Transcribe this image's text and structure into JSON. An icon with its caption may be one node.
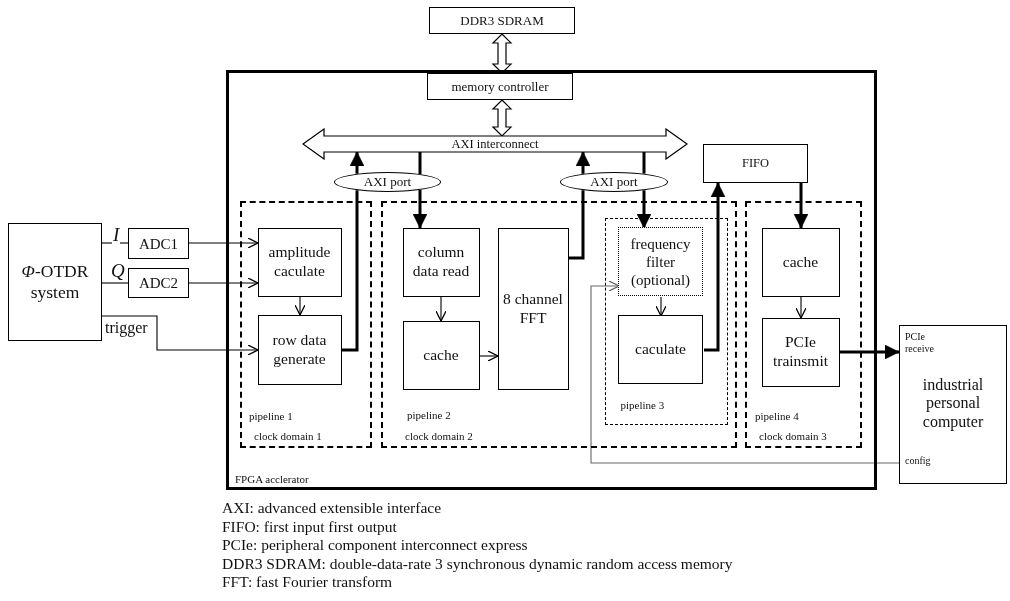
{
  "diagram": {
    "nodes": [
      {
        "text": [
          "DDR3 SDRAM"
        ]
      },
      {
        "text": [
          "FPGA acclerator"
        ]
      },
      {
        "text": [
          "memory controller"
        ],
        "in": 1
      },
      {
        "text": [
          "AXI interconnect"
        ],
        "in": 1
      },
      {
        "text": [
          "AXI port"
        ],
        "in": 1
      },
      {
        "text": [
          "AXI port"
        ],
        "in": 1
      },
      {
        "text": [
          "FIFO"
        ],
        "in": 1
      },
      {
        "text": [
          "pipeline 1",
          "clock domain 1"
        ],
        "in": 1
      },
      {
        "text": [
          "amplitude caculate"
        ],
        "in": 7
      },
      {
        "text": [
          "row data generate"
        ],
        "in": 7
      },
      {
        "text": [
          "pipeline 2",
          "clock domain 2"
        ],
        "in": 1
      },
      {
        "text": [
          "column data read"
        ],
        "in": 10
      },
      {
        "text": [
          "cache"
        ],
        "in": 10
      },
      {
        "text": [
          "8 channel FFT"
        ],
        "in": 10
      },
      {
        "text": [
          "pipeline 3"
        ],
        "in": 10
      },
      {
        "text": [
          "frequency filter (optional)"
        ],
        "in": 14
      },
      {
        "text": [
          "caculate"
        ],
        "in": 14
      },
      {
        "text": [
          "pipeline 4",
          "clock domain 3"
        ],
        "in": 1
      },
      {
        "text": [
          "cache"
        ],
        "in": 17
      },
      {
        "text": [
          "PCIe trainsmit"
        ],
        "in": 17
      },
      {
        "text": [
          "*Φ*-OTDR system"
        ]
      },
      {
        "text": [
          "ADC1"
        ]
      },
      {
        "text": [
          "ADC2"
        ]
      },
      {
        "text": [
          "PCIe receive",
          "industrial personal computer",
          "config"
        ]
      }
    ],
    "edges": [
      {
        "from": 0,
        "to": 2,
        "arrow": "both"
      },
      {
        "from": 2,
        "to": 3,
        "arrow": "both"
      },
      {
        "from": 20,
        "to": 21,
        "arrow": "none",
        "label": "I"
      },
      {
        "from": 20,
        "to": 22,
        "arrow": "none",
        "label": "Q"
      },
      {
        "from": 21,
        "to": 8,
        "arrow": "to"
      },
      {
        "from": 22,
        "to": 8,
        "arrow": "to"
      },
      {
        "from": 20,
        "to": 9,
        "arrow": "to",
        "label": "trigger"
      },
      {
        "from": 8,
        "to": 9,
        "arrow": "to"
      },
      {
        "from": 9,
        "to": 4,
        "arrow": "none",
        "style": "thick"
      },
      {
        "from": 4,
        "to": 3,
        "arrow": "to",
        "style": "thick"
      },
      {
        "from": 3,
        "to": 4,
        "arrow": "none",
        "style": "thick"
      },
      {
        "from": 4,
        "to": 11,
        "arrow": "to",
        "style": "thick"
      },
      {
        "from": 11,
        "to": 12,
        "arrow": "to"
      },
      {
        "from": 12,
        "to": 13,
        "arrow": "to"
      },
      {
        "from": 13,
        "to": 5,
        "arrow": "none",
        "style": "thick"
      },
      {
        "from": 5,
        "to": 3,
        "arrow": "to",
        "style": "thick"
      },
      {
        "from": 3,
        "to": 5,
        "arrow": "none",
        "style": "thick"
      },
      {
        "from": 5,
        "to": 15,
        "arrow": "to",
        "style": "thick"
      },
      {
        "from": 15,
        "to": 16,
        "arrow": "to"
      },
      {
        "from": 16,
        "to": 6,
        "arrow": "to",
        "style": "thick"
      },
      {
        "from": 6,
        "to": 18,
        "arrow": "to",
        "style": "thick"
      },
      {
        "from": 18,
        "to": 19,
        "arrow": "to"
      },
      {
        "from": 19,
        "to": 23,
        "arrow": "to",
        "style": "thick"
      },
      {
        "from": 23,
        "to": 15,
        "arrow": "to",
        "color": "#666666"
      }
    ],
    "labels": [
      "AXI: advanced extensible interface",
      "FIFO: first input first output",
      "PCIe: peripheral component interconnect express",
      "DDR3 SDRAM: double-data-rate 3 synchronous dynamic random access memory",
      "FFT: fast Fourier transform"
    ]
  }
}
